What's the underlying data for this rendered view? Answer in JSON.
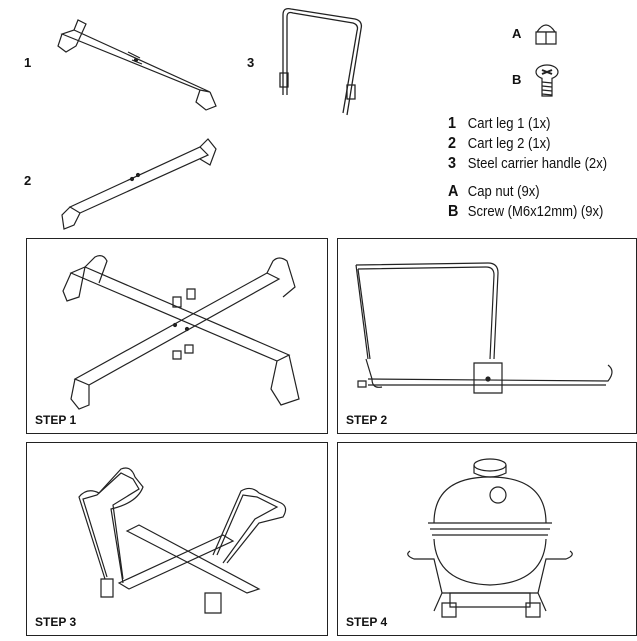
{
  "parts": {
    "num_1": "1",
    "num_2": "2",
    "num_3": "3"
  },
  "hardware": {
    "a_label": "A",
    "b_label": "B"
  },
  "legend": [
    {
      "key": "1",
      "text": "Cart leg 1 (1x)"
    },
    {
      "key": "2",
      "text": "Cart leg 2 (1x)"
    },
    {
      "key": "3",
      "text": "Steel carrier handle (2x)"
    },
    {
      "key": "A",
      "text": "Cap nut (9x)"
    },
    {
      "key": "B",
      "text": "Screw (M6x12mm) (9x)"
    }
  ],
  "steps": {
    "step1": "STEP 1",
    "step2": "STEP 2",
    "step3": "STEP 3",
    "step4": "STEP 4"
  }
}
